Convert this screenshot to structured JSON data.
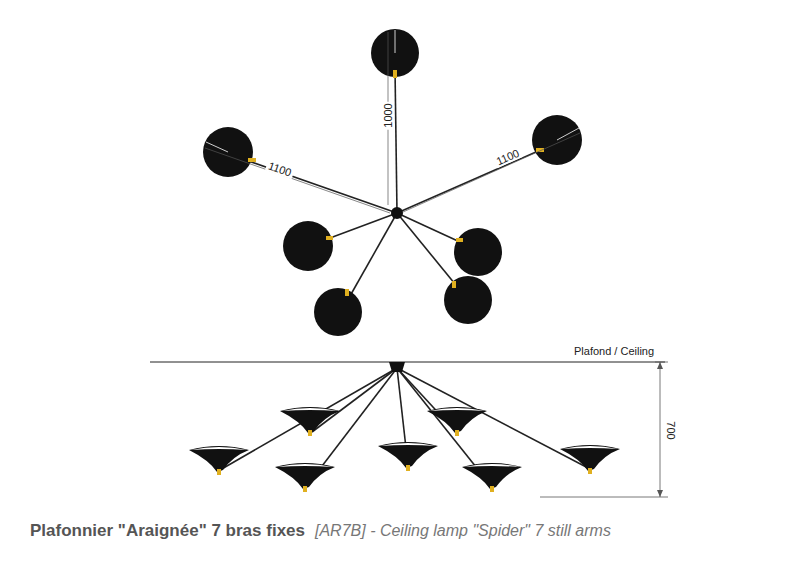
{
  "diagram": {
    "caption": "Plafonnier \"Araignée\" 7 bras fixes",
    "labels": [
      "1000",
      "1100",
      "1100",
      "Plafond / Ceiling",
      "700",
      "[AR7B]  -  Ceiling lamp \"Spider\" 7 still arms"
    ]
  }
}
